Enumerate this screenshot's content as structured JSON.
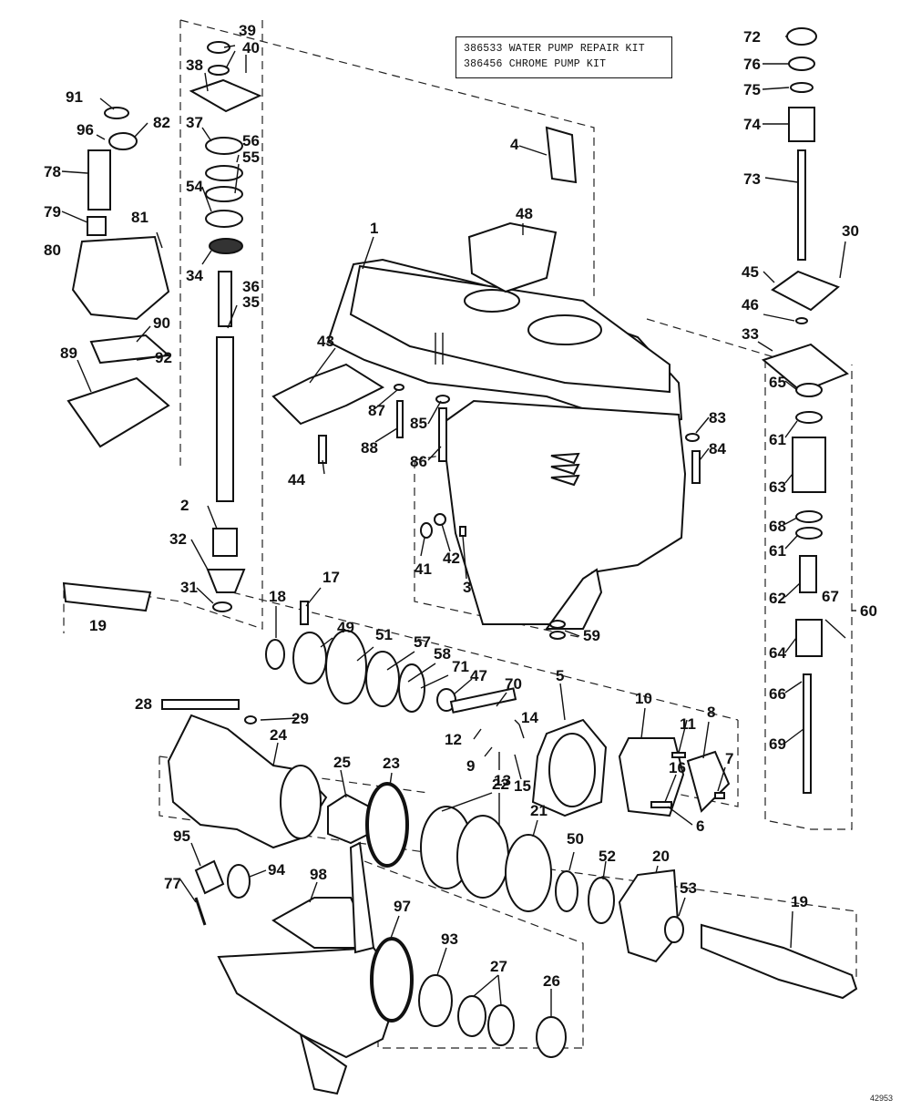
{
  "kit_box": {
    "line1": "386533 WATER PUMP REPAIR KIT",
    "line2": "386456 CHROME PUMP KIT"
  },
  "drawing_number": "42953",
  "parts": [
    {
      "id": "p1",
      "label": "1"
    },
    {
      "id": "p2",
      "label": "2"
    },
    {
      "id": "p3",
      "label": "3"
    },
    {
      "id": "p4",
      "label": "4"
    },
    {
      "id": "p5",
      "label": "5"
    },
    {
      "id": "p6",
      "label": "6"
    },
    {
      "id": "p7",
      "label": "7"
    },
    {
      "id": "p8",
      "label": "8"
    },
    {
      "id": "p9",
      "label": "9"
    },
    {
      "id": "p10",
      "label": "10"
    },
    {
      "id": "p11",
      "label": "11"
    },
    {
      "id": "p12",
      "label": "12"
    },
    {
      "id": "p13",
      "label": "13"
    },
    {
      "id": "p14",
      "label": "14"
    },
    {
      "id": "p15",
      "label": "15"
    },
    {
      "id": "p16",
      "label": "16"
    },
    {
      "id": "p17",
      "label": "17"
    },
    {
      "id": "p18",
      "label": "18"
    },
    {
      "id": "p19a",
      "label": "19"
    },
    {
      "id": "p19b",
      "label": "19"
    },
    {
      "id": "p20",
      "label": "20"
    },
    {
      "id": "p21",
      "label": "21"
    },
    {
      "id": "p22",
      "label": "22"
    },
    {
      "id": "p23",
      "label": "23"
    },
    {
      "id": "p24",
      "label": "24"
    },
    {
      "id": "p25",
      "label": "25"
    },
    {
      "id": "p26",
      "label": "26"
    },
    {
      "id": "p27",
      "label": "27"
    },
    {
      "id": "p28",
      "label": "28"
    },
    {
      "id": "p29",
      "label": "29"
    },
    {
      "id": "p30",
      "label": "30"
    },
    {
      "id": "p31",
      "label": "31"
    },
    {
      "id": "p32",
      "label": "32"
    },
    {
      "id": "p33",
      "label": "33"
    },
    {
      "id": "p34",
      "label": "34"
    },
    {
      "id": "p35",
      "label": "35"
    },
    {
      "id": "p36",
      "label": "36"
    },
    {
      "id": "p37",
      "label": "37"
    },
    {
      "id": "p38",
      "label": "38"
    },
    {
      "id": "p39",
      "label": "39"
    },
    {
      "id": "p40",
      "label": "40"
    },
    {
      "id": "p41",
      "label": "41"
    },
    {
      "id": "p42",
      "label": "42"
    },
    {
      "id": "p43",
      "label": "43"
    },
    {
      "id": "p44",
      "label": "44"
    },
    {
      "id": "p45",
      "label": "45"
    },
    {
      "id": "p46",
      "label": "46"
    },
    {
      "id": "p47",
      "label": "47"
    },
    {
      "id": "p48",
      "label": "48"
    },
    {
      "id": "p49",
      "label": "49"
    },
    {
      "id": "p50",
      "label": "50"
    },
    {
      "id": "p51",
      "label": "51"
    },
    {
      "id": "p52",
      "label": "52"
    },
    {
      "id": "p53",
      "label": "53"
    },
    {
      "id": "p54",
      "label": "54"
    },
    {
      "id": "p55",
      "label": "55"
    },
    {
      "id": "p56",
      "label": "56"
    },
    {
      "id": "p57",
      "label": "57"
    },
    {
      "id": "p58",
      "label": "58"
    },
    {
      "id": "p59",
      "label": "59"
    },
    {
      "id": "p60",
      "label": "60"
    },
    {
      "id": "p61a",
      "label": "61"
    },
    {
      "id": "p61b",
      "label": "61"
    },
    {
      "id": "p62",
      "label": "62"
    },
    {
      "id": "p63",
      "label": "63"
    },
    {
      "id": "p64",
      "label": "64"
    },
    {
      "id": "p65",
      "label": "65"
    },
    {
      "id": "p66",
      "label": "66"
    },
    {
      "id": "p67",
      "label": "67"
    },
    {
      "id": "p68",
      "label": "68"
    },
    {
      "id": "p69",
      "label": "69"
    },
    {
      "id": "p70",
      "label": "70"
    },
    {
      "id": "p71",
      "label": "71"
    },
    {
      "id": "p72",
      "label": "72"
    },
    {
      "id": "p73",
      "label": "73"
    },
    {
      "id": "p74",
      "label": "74"
    },
    {
      "id": "p75",
      "label": "75"
    },
    {
      "id": "p76",
      "label": "76"
    },
    {
      "id": "p77",
      "label": "77"
    },
    {
      "id": "p78",
      "label": "78"
    },
    {
      "id": "p79",
      "label": "79"
    },
    {
      "id": "p80",
      "label": "80"
    },
    {
      "id": "p81",
      "label": "81"
    },
    {
      "id": "p82",
      "label": "82"
    },
    {
      "id": "p83",
      "label": "83"
    },
    {
      "id": "p84",
      "label": "84"
    },
    {
      "id": "p85",
      "label": "85"
    },
    {
      "id": "p86",
      "label": "86"
    },
    {
      "id": "p87",
      "label": "87"
    },
    {
      "id": "p88",
      "label": "88"
    },
    {
      "id": "p89",
      "label": "89"
    },
    {
      "id": "p90",
      "label": "90"
    },
    {
      "id": "p91",
      "label": "91"
    },
    {
      "id": "p92",
      "label": "92"
    },
    {
      "id": "p93",
      "label": "93"
    },
    {
      "id": "p94",
      "label": "94"
    },
    {
      "id": "p95",
      "label": "95"
    },
    {
      "id": "p96",
      "label": "96"
    },
    {
      "id": "p97",
      "label": "97"
    },
    {
      "id": "p98",
      "label": "98"
    }
  ]
}
